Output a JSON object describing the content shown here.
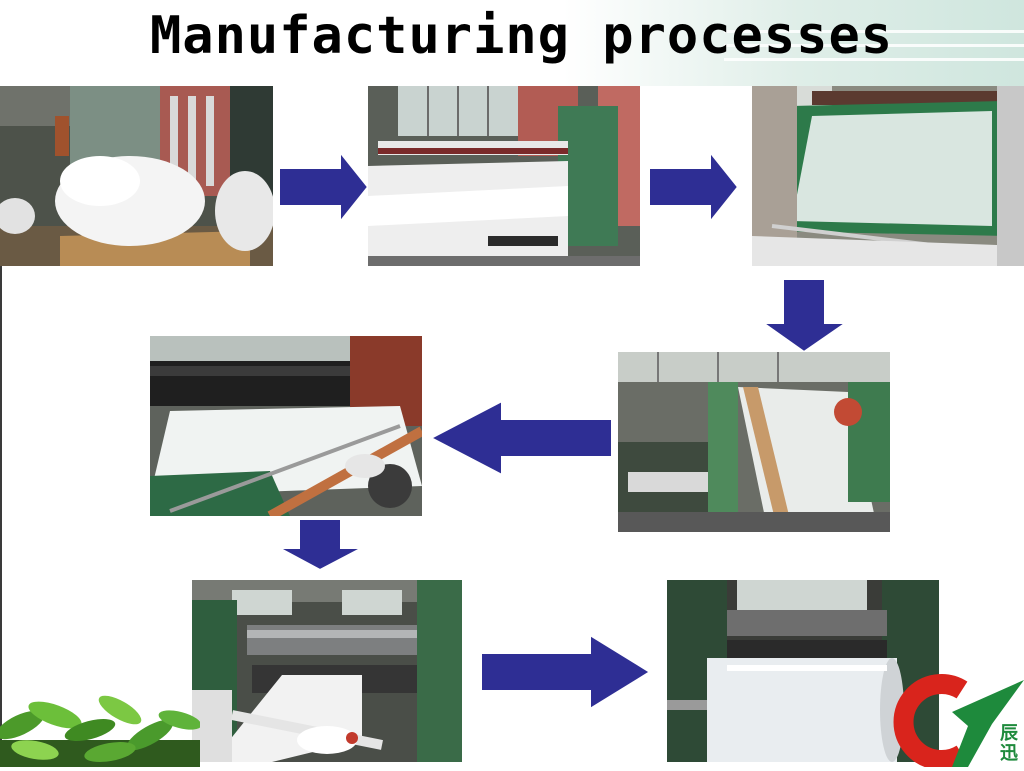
{
  "slide": {
    "title": "Manufacturing processes"
  },
  "logo": {
    "characters": [
      "辰",
      "迅"
    ],
    "colors": {
      "red": "#d9241c",
      "green": "#1e8a3c"
    }
  },
  "colors": {
    "arrow": "#2e2e94",
    "arrow_outline": "#ffffff"
  },
  "steps": [
    {
      "icon": "raw-fiber-bales-photo"
    },
    {
      "icon": "carding-machine-photo"
    },
    {
      "icon": "web-forming-conveyor-photo"
    },
    {
      "icon": "cross-lapper-photo"
    },
    {
      "icon": "felt-layer-conveyor-photo"
    },
    {
      "icon": "calender-rollers-photo"
    },
    {
      "icon": "finished-roll-photo"
    }
  ]
}
